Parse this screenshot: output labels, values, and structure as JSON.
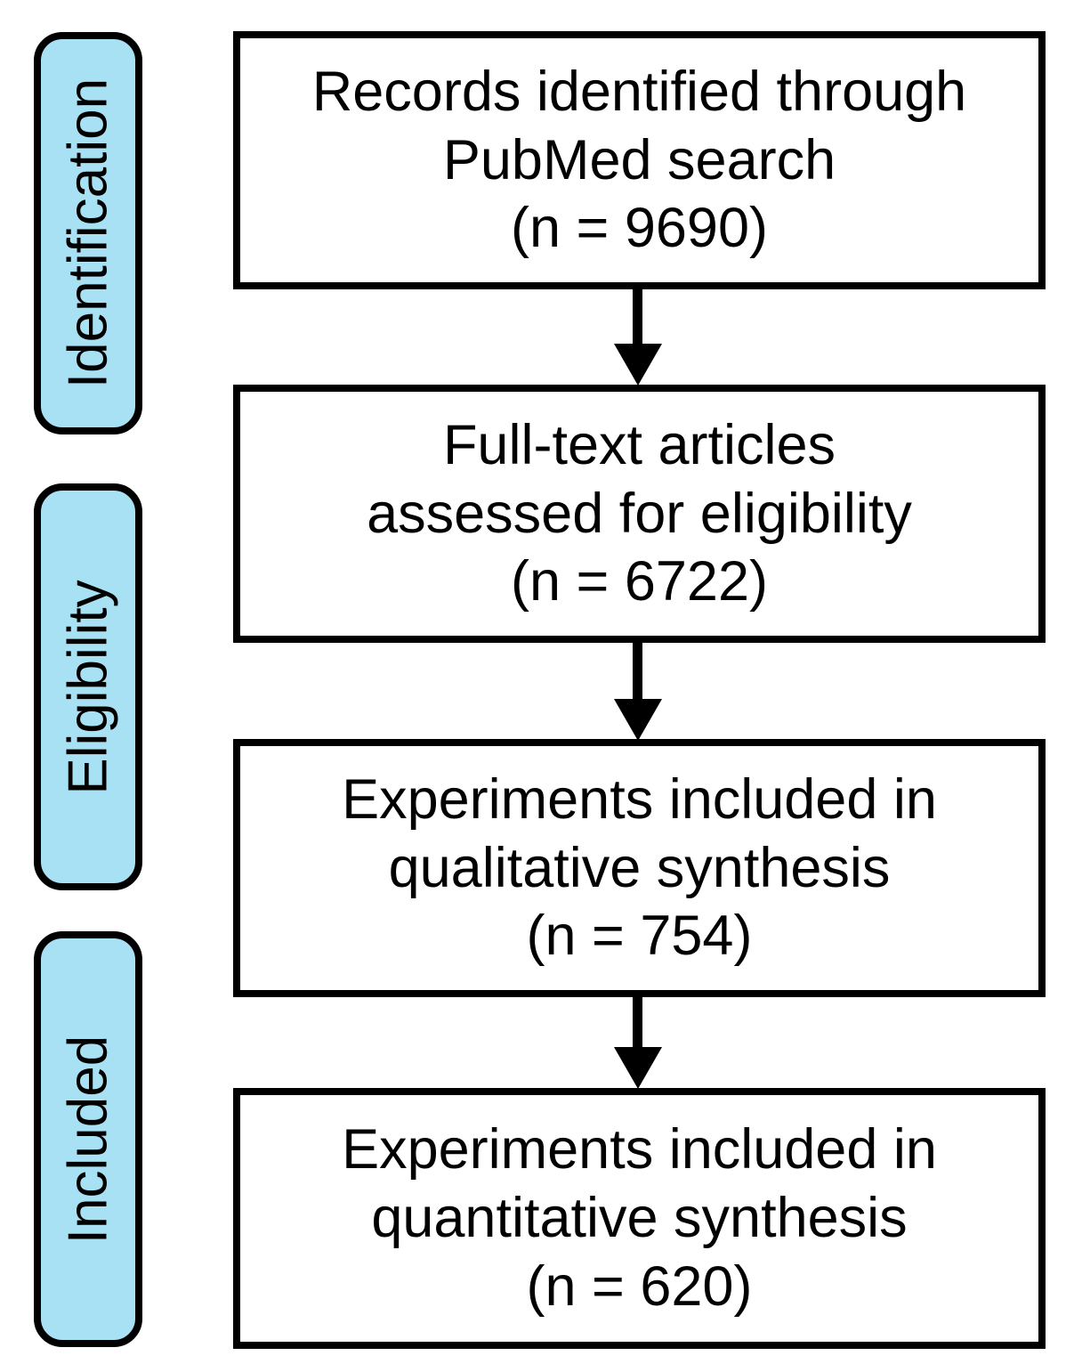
{
  "diagram_type": "prisma-flow",
  "stages": [
    {
      "label": "Identification"
    },
    {
      "label": "Eligibility"
    },
    {
      "label": "Included"
    }
  ],
  "boxes": [
    {
      "lines": [
        "Records identified through",
        "PubMed search",
        "(n = 9690)"
      ],
      "n": 9690
    },
    {
      "lines": [
        "Full-text articles",
        "assessed for eligibility",
        "(n = 6722)"
      ],
      "n": 6722
    },
    {
      "lines": [
        "Experiments included in",
        "qualitative synthesis",
        "(n = 754)"
      ],
      "n": 754
    },
    {
      "lines": [
        "Experiments included in",
        "quantitative synthesis",
        "(n = 620)"
      ],
      "n": 620
    }
  ],
  "colors": {
    "stage_fill": "#a8e1f4",
    "border": "#000000",
    "box_fill": "#ffffff",
    "text": "#000000"
  }
}
